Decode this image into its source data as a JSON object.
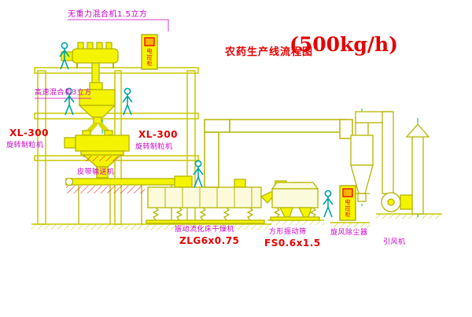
{
  "title": {
    "text": "农药生产线流程图",
    "capacity": "(500kg/h)"
  },
  "labels": {
    "gravity_mixer": "无重力混合机1.5立方",
    "high_speed_mixer": "高速混合机3立方",
    "granulator_left_model": "XL-300",
    "granulator_left_name": "旋转制粒机",
    "granulator_center_model": "XL-300",
    "granulator_center_name": "旋转制粒机",
    "belt_conveyor": "皮带输送机",
    "dryer_name": "振动流化床干燥机",
    "dryer_model": "ZLG6x0.75",
    "sieve_name": "方形振动筛",
    "sieve_model": "FS0.6x1.5",
    "cyclone": "旋风除尘器",
    "fan": "引风机",
    "control_cabinet_top": "电控柜",
    "control_cabinet_right": "电控柜"
  },
  "colors": {
    "machine_line": "#b5b500",
    "machine_fill": "#f4f400",
    "person": "#00a3a3",
    "label": "#cc00cc",
    "model_text": "#e60000",
    "centerline": "#00b050",
    "background": "#ffffff"
  }
}
